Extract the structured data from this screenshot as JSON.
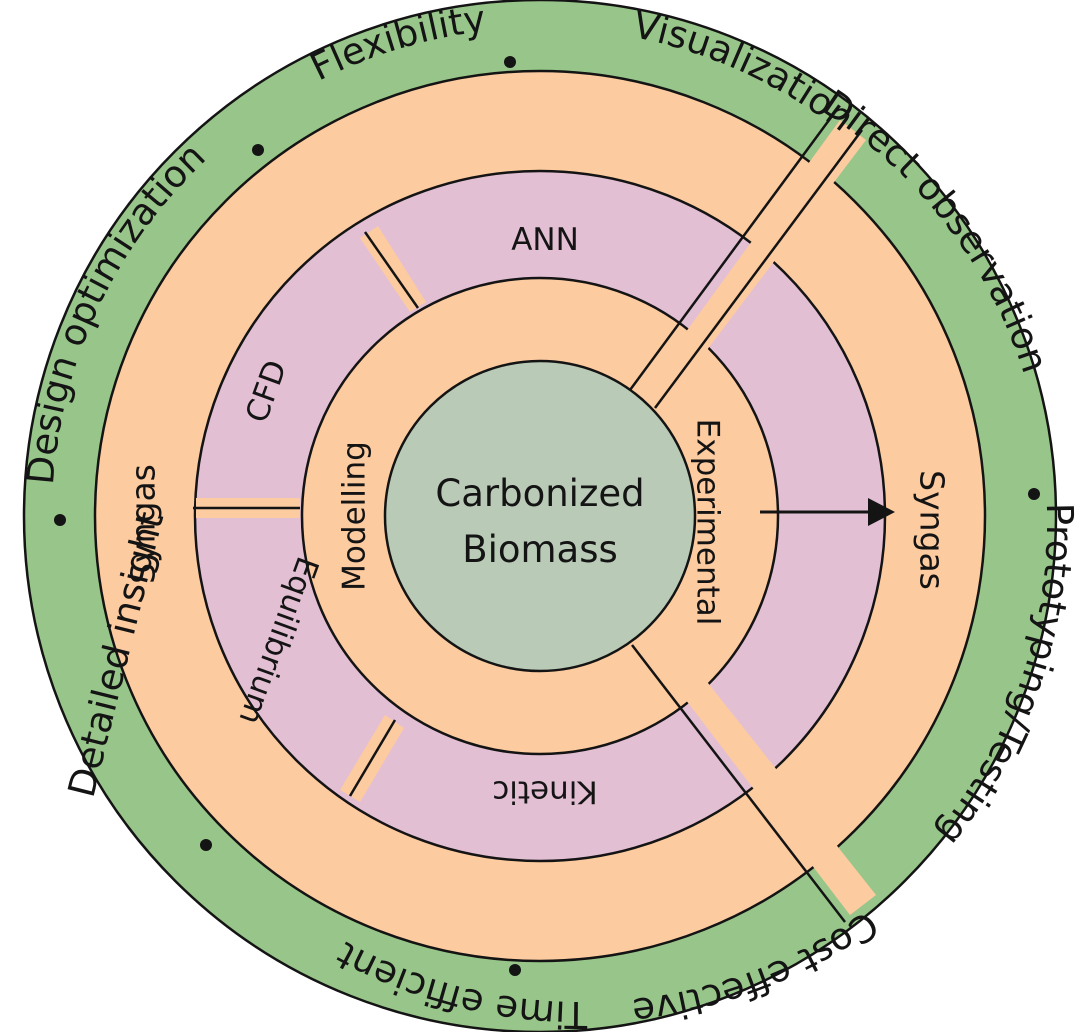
{
  "center": {
    "line1": "Carbonized",
    "line2": "Biomass"
  },
  "ring_labels": {
    "left": "Modelling",
    "right": "Experimental"
  },
  "methods": {
    "ann": "ANN",
    "cfd": "CFD",
    "equilibrium": "Equilibrium",
    "kinetic": "Kinetic"
  },
  "product": {
    "left": "Syngas",
    "right": "Syngas"
  },
  "benefits": {
    "modelling": [
      "Design optimization",
      "Flexibility",
      "Visualization"
    ],
    "modelling_lower": [
      "Detailed insight",
      "Time efficient"
    ],
    "experimental": [
      "Direct observation",
      "Prototyping/Testing",
      "Cost effective"
    ]
  },
  "colors": {
    "green": "#98c68a",
    "peach": "#fdcba0",
    "pink": "#e3bfd4",
    "center": "#b9cbb6",
    "line": "#141414"
  }
}
